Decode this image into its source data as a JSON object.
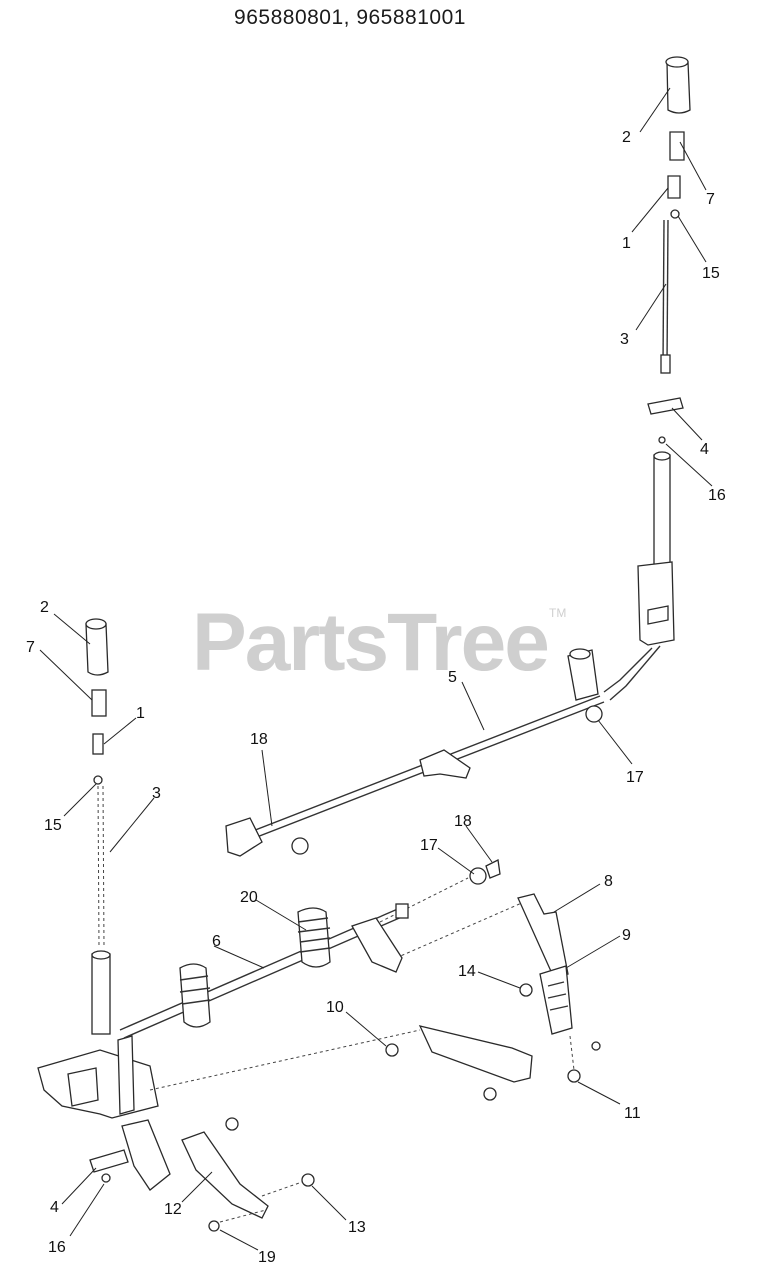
{
  "header": {
    "model_numbers": "965880801, 965881001"
  },
  "watermark": {
    "text": "PartsTree",
    "trademark": "TM"
  },
  "callouts": [
    {
      "id": "c-2-right",
      "label": "2"
    },
    {
      "id": "c-7-right",
      "label": "7"
    },
    {
      "id": "c-1-right",
      "label": "1"
    },
    {
      "id": "c-15-right",
      "label": "15"
    },
    {
      "id": "c-3-right",
      "label": "3"
    },
    {
      "id": "c-4-right",
      "label": "4"
    },
    {
      "id": "c-16-right",
      "label": "16"
    },
    {
      "id": "c-5",
      "label": "5"
    },
    {
      "id": "c-17-right",
      "label": "17"
    },
    {
      "id": "c-2-left",
      "label": "2"
    },
    {
      "id": "c-7-left",
      "label": "7"
    },
    {
      "id": "c-1-left",
      "label": "1"
    },
    {
      "id": "c-15-left",
      "label": "15"
    },
    {
      "id": "c-3-left",
      "label": "3"
    },
    {
      "id": "c-18-top",
      "label": "18"
    },
    {
      "id": "c-18-mid",
      "label": "18"
    },
    {
      "id": "c-17-mid",
      "label": "17"
    },
    {
      "id": "c-20",
      "label": "20"
    },
    {
      "id": "c-8",
      "label": "8"
    },
    {
      "id": "c-9",
      "label": "9"
    },
    {
      "id": "c-6",
      "label": "6"
    },
    {
      "id": "c-14",
      "label": "14"
    },
    {
      "id": "c-10",
      "label": "10"
    },
    {
      "id": "c-11",
      "label": "11"
    },
    {
      "id": "c-4-left",
      "label": "4"
    },
    {
      "id": "c-12",
      "label": "12"
    },
    {
      "id": "c-13",
      "label": "13"
    },
    {
      "id": "c-16-left",
      "label": "16"
    },
    {
      "id": "c-19",
      "label": "19"
    }
  ]
}
